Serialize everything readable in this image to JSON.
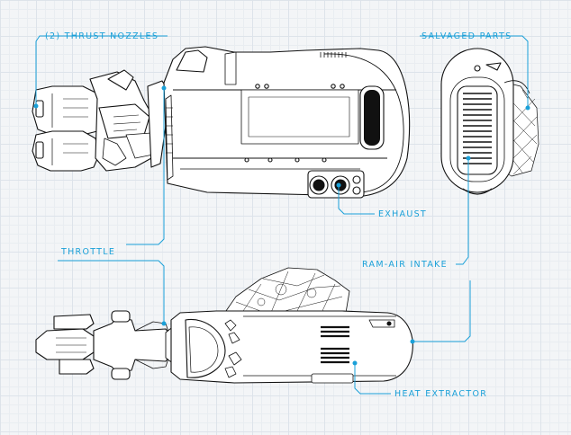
{
  "labels": {
    "thrust_nozzles": "(2) THRUST NOZZLES",
    "salvaged_parts": "SALVAGED PARTS",
    "exhaust": "EXHAUST",
    "throttle": "THROTTLE",
    "ram_air_intake": "RAM-AIR INTAKE",
    "heat_extractor": "HEAT EXTRACTOR"
  },
  "colors": {
    "background": "#f3f5f7",
    "grid": "#dde3ea",
    "callout": "#1aa0d8",
    "ink": "#111111",
    "fill": "#ffffff"
  }
}
